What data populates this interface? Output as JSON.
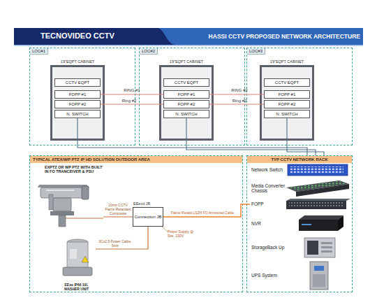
{
  "diagram": {
    "title": "HASSI CCTV PROPOSED NETWORK ARCHITECTURE",
    "nodes": [
      {
        "text": [
          "LOC#1"
        ]
      },
      {
        "text": [
          "19\"EQPT CABINET"
        ],
        "in": 0
      },
      {
        "text": [
          "CCTV EQPT"
        ],
        "in": 1
      },
      {
        "text": [
          "FOPP #1"
        ],
        "in": 1
      },
      {
        "text": [
          "FOPP #2"
        ],
        "in": 1
      },
      {
        "text": [
          "N. SWITCH"
        ],
        "in": 1
      },
      {
        "text": [
          "LOC#2"
        ]
      },
      {
        "text": [
          "19\"EQPT CABINET"
        ],
        "in": 6
      },
      {
        "text": [
          "CCTV EQPT"
        ],
        "in": 7
      },
      {
        "text": [
          "FOPP #1"
        ],
        "in": 7
      },
      {
        "text": [
          "FOPP #2"
        ],
        "in": 7
      },
      {
        "text": [
          "N. SWITCH"
        ],
        "in": 7
      },
      {
        "text": [
          "LOC#3"
        ]
      },
      {
        "text": [
          "19\"EQPT CABINET"
        ],
        "in": 12
      },
      {
        "text": [
          "CCTV EQPT"
        ],
        "in": 13
      },
      {
        "text": [
          "FOPP #1"
        ],
        "in": 13
      },
      {
        "text": [
          "FOPP #2"
        ],
        "in": 13
      },
      {
        "text": [
          "N. SWITCH"
        ],
        "in": 13
      },
      {
        "text": [
          "TYPICAL ATEX/WP PTZ IP HD SOLUTION OUTDOOR AREA"
        ]
      },
      {
        "text": [
          "EXPTZ OR WP PTZ WITH BUILT IN FO TRANCEIVER & PSU"
        ],
        "in": 18
      },
      {
        "text": [
          "EEexd JB",
          "Connection JB"
        ],
        "in": 18
      },
      {
        "text": [
          "EExe IP66 10L WASHER UNIT"
        ],
        "in": 18
      },
      {
        "text": [
          "TYP CCTV NETWORK RACK"
        ]
      },
      {
        "text": [
          "Network Switch"
        ],
        "in": 22
      },
      {
        "text": [
          "Media Converter Chassis"
        ],
        "in": 22
      },
      {
        "text": [
          "FOPP"
        ],
        "in": 22
      },
      {
        "text": [
          "NVR"
        ],
        "in": 22
      },
      {
        "text": [
          "StorageBack Up"
        ],
        "in": 22
      },
      {
        "text": [
          "UPS System"
        ],
        "in": 22
      }
    ],
    "edges": [
      {
        "from": 3,
        "to": 9,
        "label": "RING #1",
        "arrow": "none"
      },
      {
        "from": 4,
        "to": 10,
        "label": "Ring #2",
        "arrow": "none"
      },
      {
        "from": 9,
        "to": 15,
        "label": "RING #2",
        "arrow": "none"
      },
      {
        "from": 10,
        "to": 16,
        "label": "Ring #2",
        "arrow": "none"
      },
      {
        "from": 5,
        "to": 22,
        "arrow": "none"
      },
      {
        "from": 11,
        "to": 22,
        "arrow": "none"
      },
      {
        "from": 17,
        "to": 22,
        "arrow": "none"
      },
      {
        "from": 19,
        "to": 20,
        "label": "10mtr CCTV Flame Retardant Composite",
        "arrow": "none"
      },
      {
        "from": 21,
        "to": 20,
        "label": "3Cx2.5 Power Cable, 5mtr",
        "arrow": "none"
      },
      {
        "from": 20,
        "to": 25,
        "label": "Flame Retard LSZH FO Armoured Cable",
        "arrow": "none"
      }
    ],
    "labels": [
      "TECNOVIDEO CCTV",
      "Power Supply @ Site, 230V"
    ]
  }
}
